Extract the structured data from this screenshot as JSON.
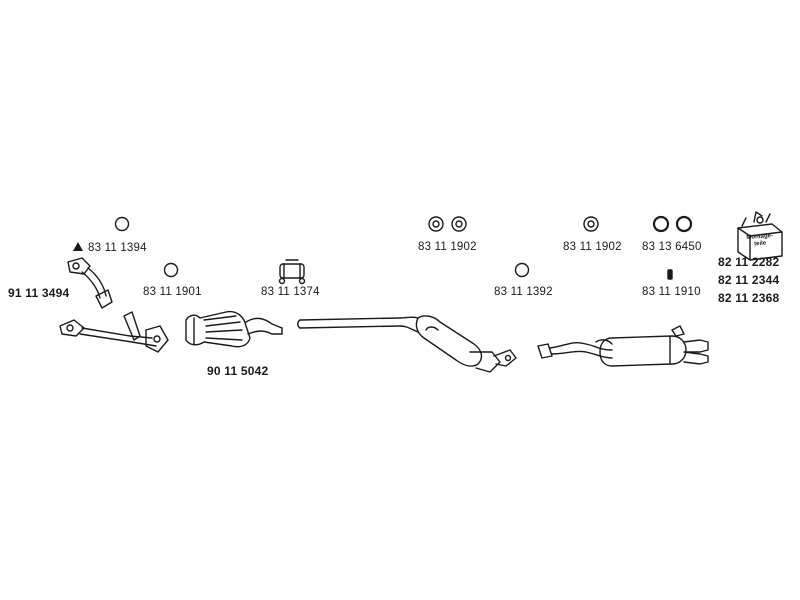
{
  "parts": {
    "front_flange_ring": "83 11 1394",
    "front_pipe": "91 11 3494",
    "front_gasket": "83 11 1901",
    "clamp": "83 11 1374",
    "catalytic_converter": "90 11 5042",
    "middle_hangers": "83 11 1902",
    "rear_hangers": "83 11 1902",
    "rear_rings": "83 13 6450",
    "middle_gasket": "83 11 1392",
    "bolt": "83 11 1910",
    "kit_1": "82 11 2282",
    "kit_2": "82 11 2344",
    "kit_3": "82 11 2368"
  },
  "kit_box_text": "Montage-teile",
  "kit_box_text_line1": "Montage-",
  "kit_box_text_line2": "teile"
}
